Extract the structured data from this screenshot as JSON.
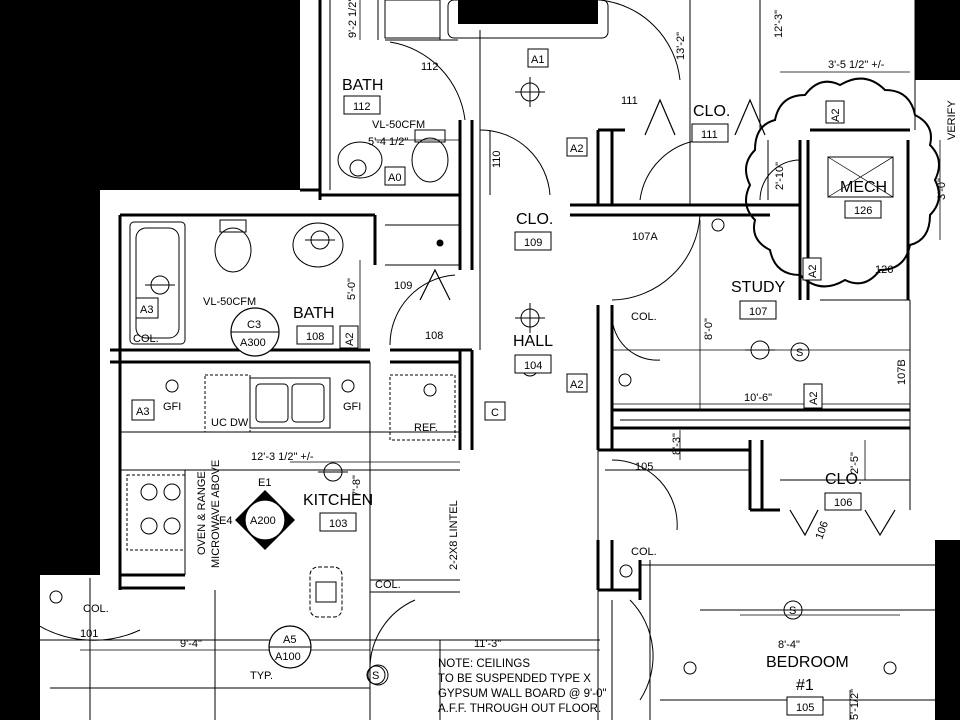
{
  "rooms": {
    "bath_112": {
      "name": "BATH",
      "num": "112"
    },
    "bath_108": {
      "name": "BATH",
      "num": "108"
    },
    "clo_109": {
      "name": "CLO.",
      "num": "109"
    },
    "clo_111": {
      "name": "CLO.",
      "num": "111"
    },
    "mech_126": {
      "name": "MECH",
      "num": "126"
    },
    "study_107": {
      "name": "STUDY",
      "num": "107"
    },
    "hall_104": {
      "name": "HALL",
      "num": "104"
    },
    "kitchen_103": {
      "name": "KITCHEN",
      "num": "103"
    },
    "clo_106": {
      "name": "CLO.",
      "num": "106"
    },
    "bedroom_105": {
      "name": "BEDROOM",
      "name2": "#1",
      "num": "105"
    }
  },
  "door_numbers": [
    "112",
    "111",
    "110",
    "109",
    "108",
    "107A",
    "126",
    "105",
    "106",
    "101",
    "107B"
  ],
  "dimensions": [
    "9'-2 1/2\"",
    "13'-2\"",
    "12'-3\"",
    "3'-5 1/2\" +/-",
    "5'-4 1/2\"",
    "2'-10\"",
    "3'-0\"",
    "5'-0\"",
    "8'-0\"",
    "10'-6\"",
    "8'-3\"",
    "2'-5\"",
    "12'-3 1/2\" +/-",
    "7'-8\"",
    "9'-4\"",
    "11'-3\"",
    "8'-4\"",
    "5'-1/2\""
  ],
  "tags": [
    "A1",
    "A2",
    "A0",
    "A3",
    "C",
    "E1",
    "E4",
    "A200",
    "C3",
    "A300",
    "A5",
    "A100"
  ],
  "labels": {
    "vl1": "VL-50CFM",
    "vl2": "VL-50CFM",
    "col": "COL.",
    "ucdw": "UC DW",
    "ref": "REF.",
    "gfi": "GFI",
    "lintel": "2-2X8 LINTEL",
    "oven1": "OVEN & RANGE",
    "oven2": "MICROWAVE ABOVE",
    "typ": "TYP.",
    "verify": "VERIFY",
    "switch": "S"
  },
  "note": {
    "line1": "NOTE: CEILINGS",
    "line2": "TO BE SUSPENDED  TYPE X",
    "line3": "GYPSUM WALL BOARD @ 9'-0\"",
    "line4": "A.F.F. THROUGH OUT FLOOR."
  }
}
